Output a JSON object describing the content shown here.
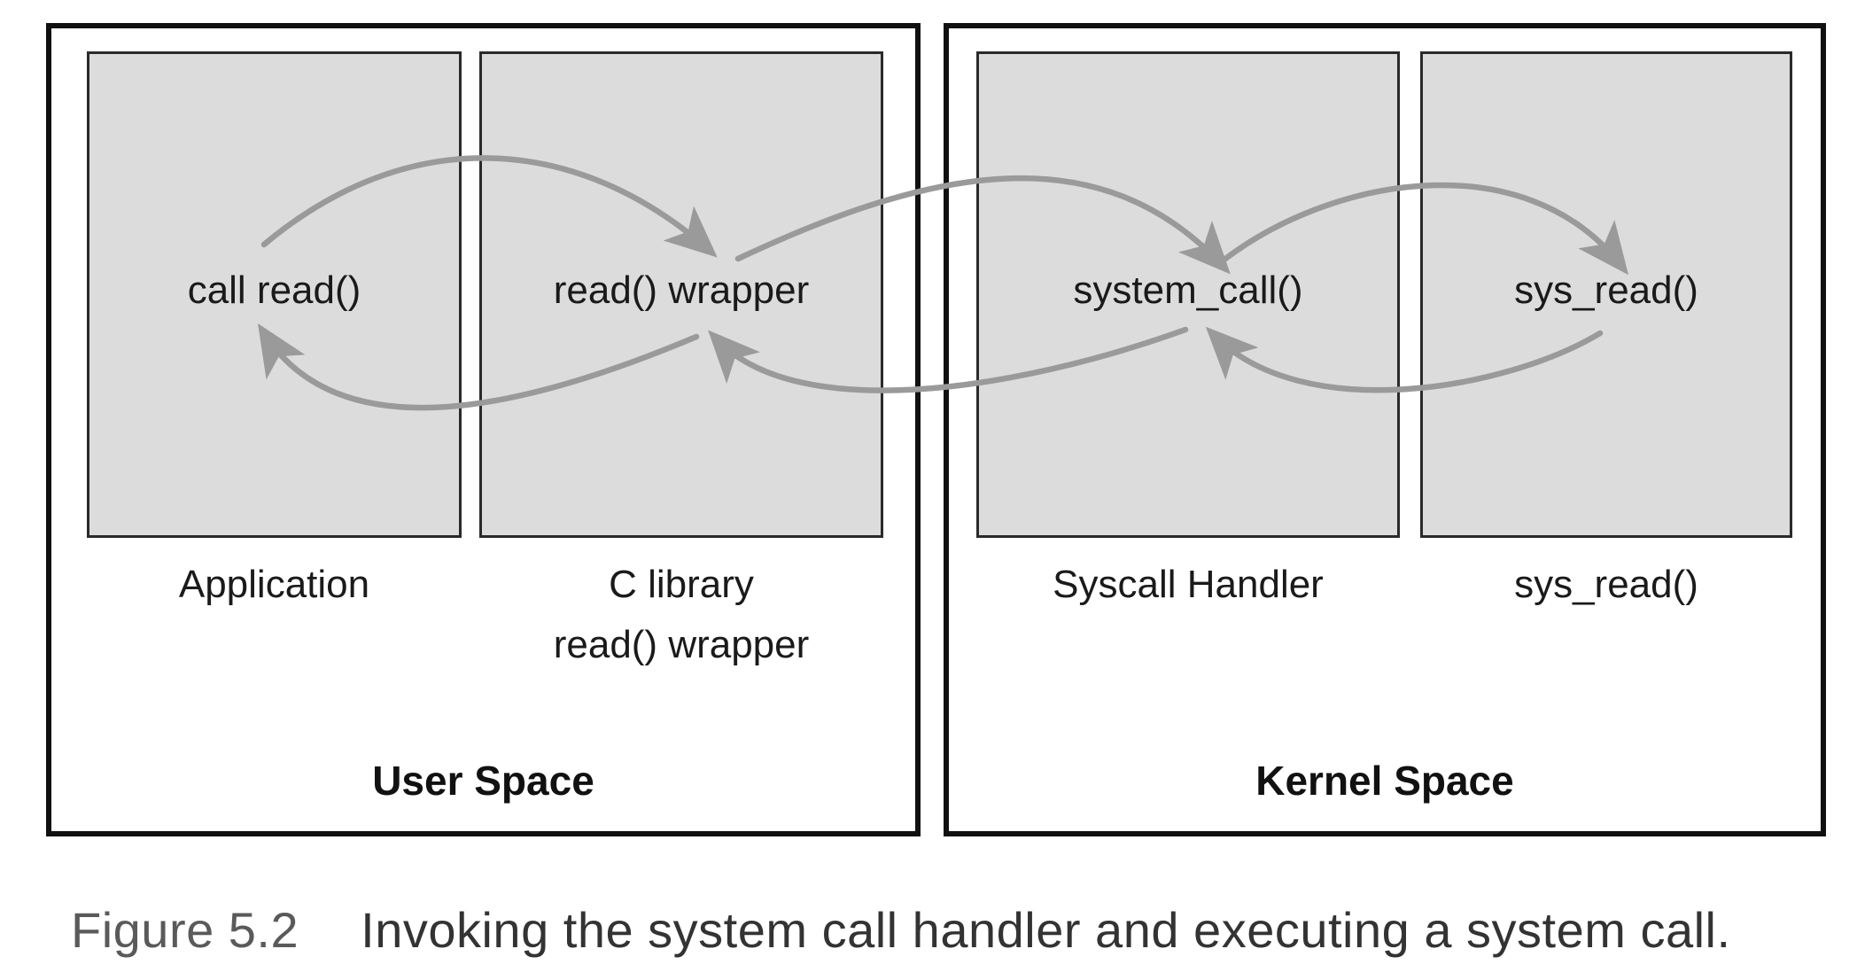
{
  "user_space": {
    "title": "User Space",
    "application": {
      "inner": "call read()",
      "caption": "Application"
    },
    "c_library": {
      "inner": "read() wrapper",
      "caption_line1": "C library",
      "caption_line2": "read() wrapper"
    }
  },
  "kernel_space": {
    "title": "Kernel Space",
    "syscall_handler": {
      "inner": "system_call()",
      "caption": "Syscall Handler"
    },
    "sys_read": {
      "inner": "sys_read()",
      "caption": "sys_read()"
    }
  },
  "figure_caption": {
    "number": "Figure 5.2",
    "text": "Invoking the system call handler and executing a system call."
  },
  "colors": {
    "box_fill": "#dcdcdd",
    "arrow": "#9a9a9a",
    "border": "#111111"
  }
}
